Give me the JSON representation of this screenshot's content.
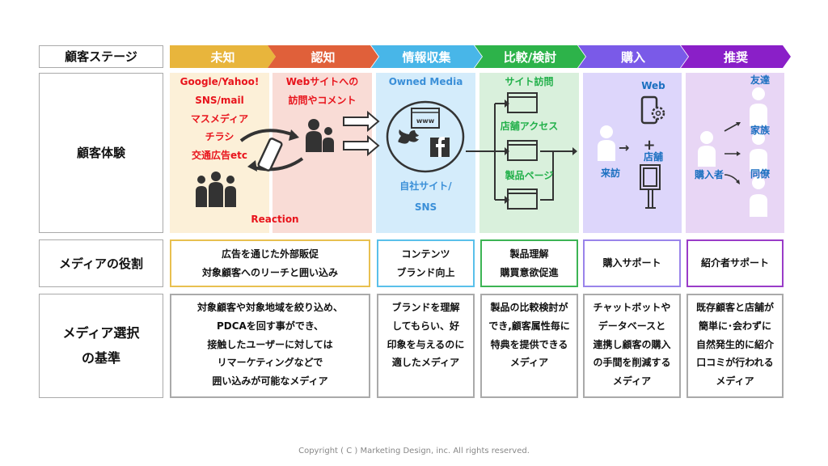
{
  "row_labels": {
    "stage": "顧客ステージ",
    "experience": "顧客体験",
    "role": "メディアの役割",
    "criteria_1": "メディア選択",
    "criteria_2": "の基準"
  },
  "stages": [
    {
      "label": "未知",
      "color": "#e8b53c",
      "bg": "#fcf0d8"
    },
    {
      "label": "認知",
      "color": "#e0603a",
      "bg": "#f9dcd6"
    },
    {
      "label": "情報収集",
      "color": "#48b6e8",
      "bg": "#d4ecfb"
    },
    {
      "label": "比較/検討",
      "color": "#2db34a",
      "bg": "#d9f0dc"
    },
    {
      "label": "購入",
      "color": "#7a5ae8",
      "bg": "#ddd6fb"
    },
    {
      "label": "推奨",
      "color": "#8a1fc8",
      "bg": "#e8d6f5"
    }
  ],
  "experience": {
    "unknown": [
      "Google/Yahoo!",
      "SNS/mail",
      "マスメディア",
      "チラシ",
      "交通広告etc"
    ],
    "reaction": "Reaction",
    "aware": [
      "Webサイトへの",
      "訪問やコメント"
    ],
    "info_title": "Owned Media",
    "www": "www",
    "info_caption": [
      "自社サイト/",
      "SNS"
    ],
    "compare": [
      "サイト訪問",
      "店舗アクセス",
      "製品ページ"
    ],
    "purchase": {
      "web": "Web",
      "plus": "+",
      "store": "店舗",
      "visit": "来訪"
    },
    "recommend": {
      "buyer": "購入者",
      "targets": [
        "友達",
        "家族",
        "同僚"
      ]
    }
  },
  "roles": [
    [
      "広告を通じた外部販促",
      "対象顧客へのリーチと囲い込み"
    ],
    [
      "コンテンツ",
      "ブランド向上"
    ],
    [
      "製品理解",
      "購買意欲促進"
    ],
    [
      "購入サポート"
    ],
    [
      "紹介者サポート"
    ]
  ],
  "criteria": [
    [
      "対象顧客や対象地域を絞り込め、",
      "PDCAを回す事ができ、",
      "接触したユーザーに対しては",
      "リマーケティングなどで",
      "囲い込みが可能なメディア"
    ],
    [
      "ブランドを理解",
      "してもらい、好",
      "印象を与えるのに",
      "適したメディア"
    ],
    [
      "製品の比較検討が",
      "でき,顧客属性毎に",
      "特典を提供できる",
      "メディア"
    ],
    [
      "チャットボットや",
      "データベースと",
      "連携し顧客の購入",
      "の手間を削減する",
      "メディア"
    ],
    [
      "既存顧客と店舗が",
      "簡単に･会わずに",
      "自然発生的に紹介",
      "口コミが行われる",
      "メディア"
    ]
  ],
  "footer": "Copyright ( C ) Marketing Design, inc. All rights reserved."
}
